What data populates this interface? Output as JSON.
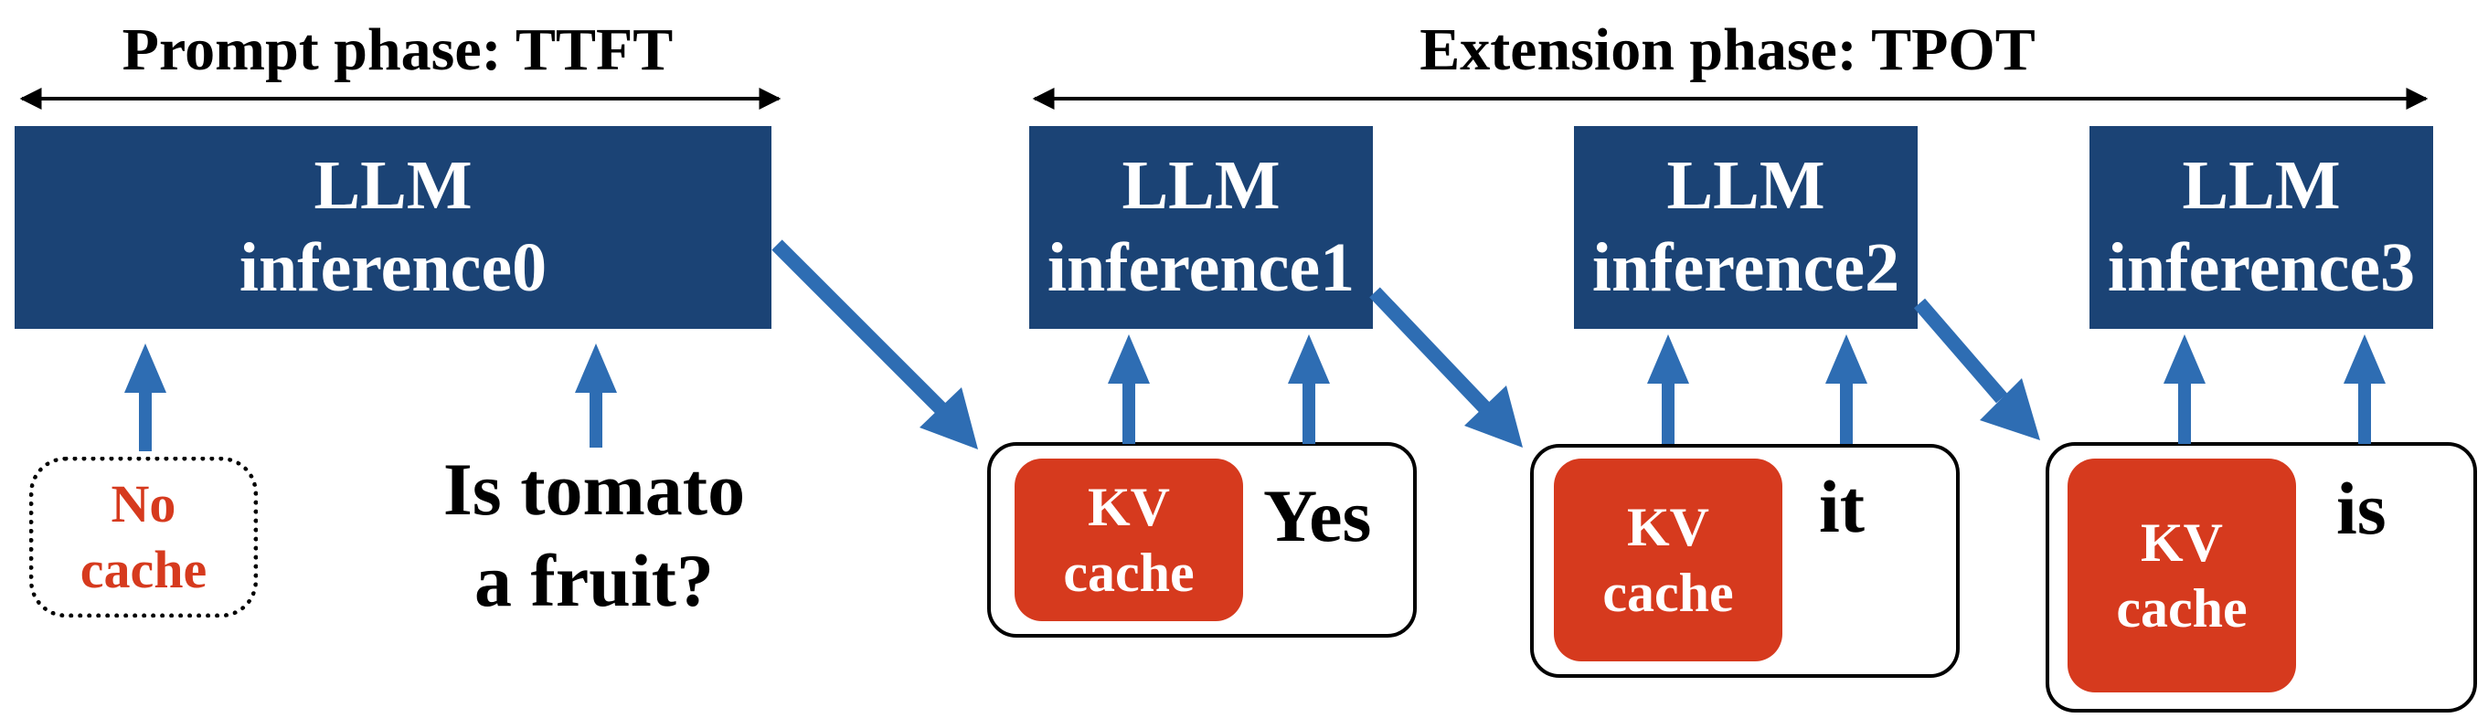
{
  "phases": {
    "prompt": {
      "label": "Prompt phase: TTFT"
    },
    "extension": {
      "label": "Extension phase: TPOT"
    }
  },
  "inferences": [
    {
      "line1": "LLM",
      "line2": "inference0"
    },
    {
      "line1": "LLM",
      "line2": "inference1"
    },
    {
      "line1": "LLM",
      "line2": "inference2"
    },
    {
      "line1": "LLM",
      "line2": "inference3"
    }
  ],
  "no_cache": {
    "line1": "No",
    "line2": "cache"
  },
  "prompt_text": {
    "line1": "Is tomato",
    "line2": "a fruit?"
  },
  "kv_cache": {
    "line1": "KV",
    "line2": "cache"
  },
  "tokens": [
    "Yes",
    "it",
    "is"
  ],
  "colors": {
    "llm_block": "#1b4375",
    "kv_cache": "#d63a1e",
    "arrow": "#2e6db3",
    "no_cache_text": "#d63a1e"
  }
}
